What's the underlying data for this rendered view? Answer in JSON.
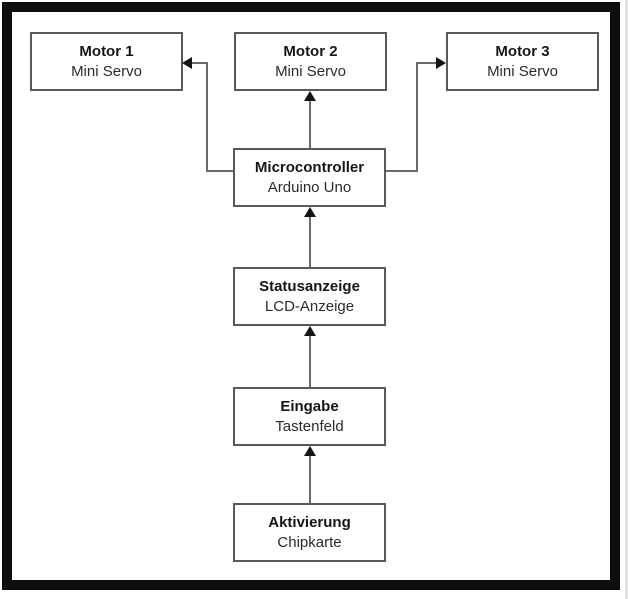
{
  "diagram": {
    "description": "Block diagram of an Arduino-based system with chip card activation, keypad input, LCD status display and three mini-servo motors",
    "nodes": [
      {
        "id": "motor1",
        "title": "Motor 1",
        "subtitle": "Mini Servo"
      },
      {
        "id": "motor2",
        "title": "Motor 2",
        "subtitle": "Mini Servo"
      },
      {
        "id": "motor3",
        "title": "Motor 3",
        "subtitle": "Mini Servo"
      },
      {
        "id": "microcontroller",
        "title": "Microcontroller",
        "subtitle": "Arduino Uno"
      },
      {
        "id": "statusanzeige",
        "title": "Statusanzeige",
        "subtitle": "LCD-Anzeige"
      },
      {
        "id": "eingabe",
        "title": "Eingabe",
        "subtitle": "Tastenfeld"
      },
      {
        "id": "aktivierung",
        "title": "Aktivierung",
        "subtitle": "Chipkarte"
      }
    ],
    "edges": [
      {
        "from": "microcontroller",
        "to": "motor1"
      },
      {
        "from": "microcontroller",
        "to": "motor2"
      },
      {
        "from": "microcontroller",
        "to": "motor3"
      },
      {
        "from": "statusanzeige",
        "to": "microcontroller"
      },
      {
        "from": "eingabe",
        "to": "statusanzeige"
      },
      {
        "from": "aktivierung",
        "to": "eingabe"
      }
    ],
    "colors": {
      "frame": "#0e0e0e",
      "box_border": "#595959",
      "box_fill": "#ffffff",
      "connector_line": "#6a6a6a",
      "arrowhead": "#141414",
      "title_text": "#161616",
      "subtitle_text": "#2b2b2b"
    }
  }
}
